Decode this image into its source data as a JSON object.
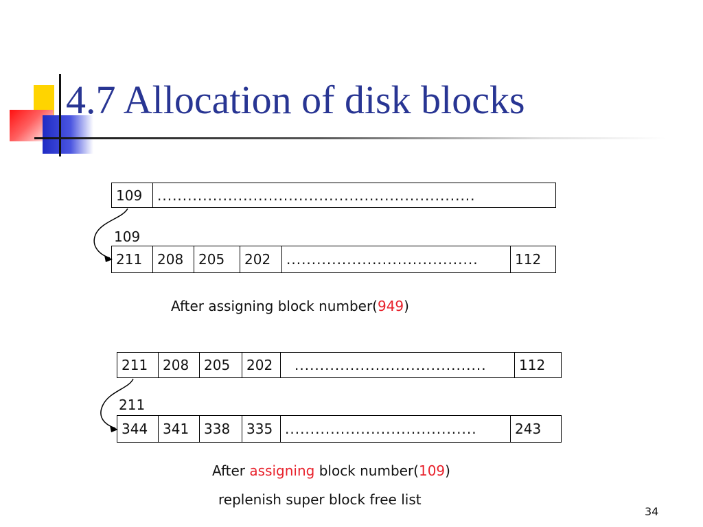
{
  "slide": {
    "title": "4.7 Allocation of disk blocks",
    "page_number": "34"
  },
  "diagram1": {
    "super_block_row": {
      "first": "109",
      "dots": "..............................................................."
    },
    "link_label": "109",
    "block_row": {
      "c1": "211",
      "c2": "208",
      "c3": "205",
      "c4": "202",
      "dots": "......................................",
      "last": "112"
    },
    "caption": {
      "text": "After assigning block number(",
      "number": "949",
      "close": ")"
    }
  },
  "diagram2": {
    "super_block_row": {
      "c1": "211",
      "c2": "208",
      "c3": "205",
      "c4": "202",
      "dots": "......................................",
      "last": "112"
    },
    "link_label": "211",
    "block_row": {
      "c1": "344",
      "c2": "341",
      "c3": "338",
      "c4": "335",
      "dots": "......................................",
      "last": "243"
    },
    "caption": {
      "pre": "After ",
      "word": "assigning",
      "mid": " block number(",
      "number": "109",
      "close": ")"
    },
    "caption2": "replenish super block free list"
  },
  "colors": {
    "title": "#283593",
    "highlight": "#e8212b",
    "logo_yellow": "#ffd400",
    "logo_blue": "#2630c8",
    "logo_red": "#ff2020"
  }
}
